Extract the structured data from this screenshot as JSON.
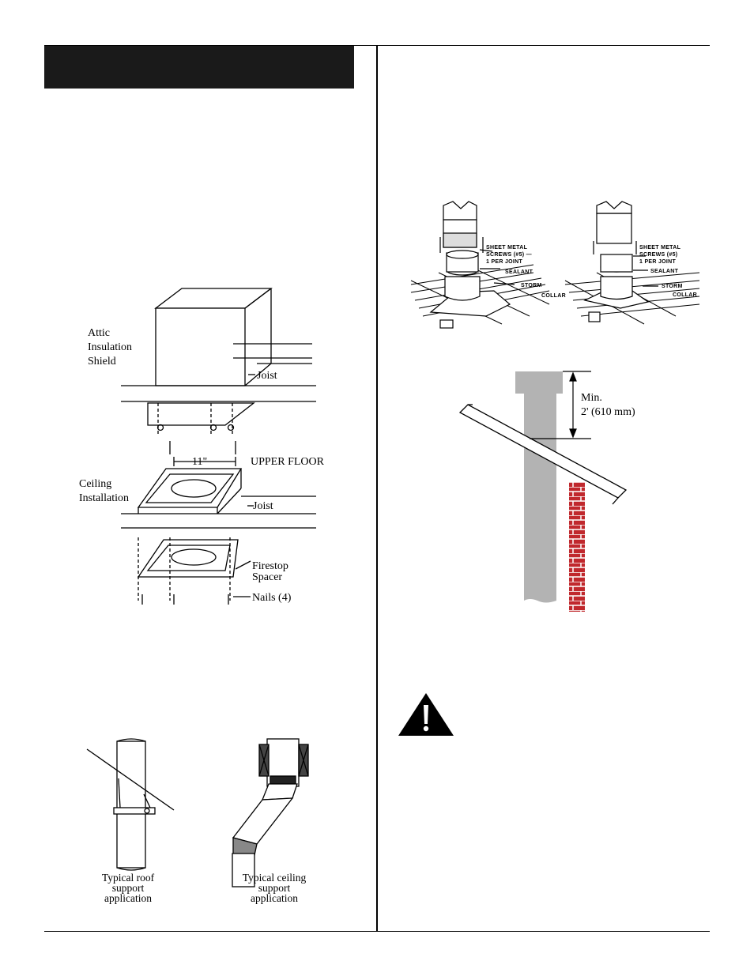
{
  "attic_figure": {
    "shield_label_line1": "Attic",
    "shield_label_line2": "Insulation",
    "shield_label_line3": "Shield",
    "joist_upper": "Joist",
    "dimension": "11\"",
    "upper_floor": "UPPER FLOOR",
    "ceiling_line1": "Ceiling",
    "ceiling_line2": "Installation",
    "joist_lower": "Joist",
    "firestop_line1": "Firestop",
    "firestop_line2": "Spacer",
    "nails": "Nails (4)"
  },
  "support_figure": {
    "roof_caption_line1": "Typical roof",
    "roof_caption_line2": "support",
    "roof_caption_line3": "application",
    "ceiling_caption_line1": "Typical ceiling",
    "ceiling_caption_line2": "support",
    "ceiling_caption_line3": "application"
  },
  "collar_figure": {
    "left_screws_line1": "SHEET METAL",
    "left_screws_line2": "SCREWS (#5) —",
    "left_screws_line3": "1 PER JOINT",
    "left_sealant": "SEALANT",
    "left_storm": "STORM",
    "left_collar": "COLLAR",
    "right_screws_line1": "SHEET METAL",
    "right_screws_line2": "SCREWS (#5)",
    "right_screws_line3": "1 PER JOINT",
    "right_sealant": "SEALANT",
    "right_storm": "STORM",
    "right_collar": "COLLAR"
  },
  "chimney_figure": {
    "min_line1": "Min.",
    "min_line2": "2' (610 mm)"
  },
  "colors": {
    "pipe_gray": "#b3b3b3",
    "brick_red": "#c0282d",
    "title_bar": "#1a1a1a"
  }
}
